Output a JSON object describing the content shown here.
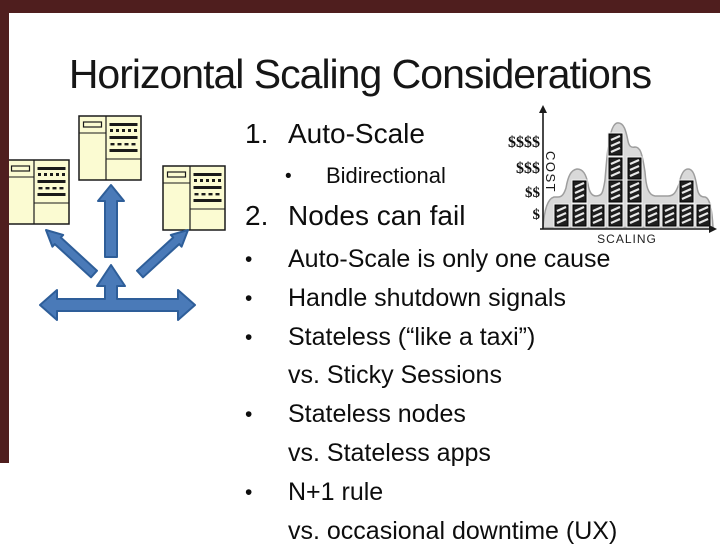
{
  "slide": {
    "title": "Horizontal Scaling Considerations",
    "background_color": "#FFFFFF",
    "border_color": "#4F1E1E",
    "text_color": "#0D0D0D"
  },
  "content": {
    "lines": [
      {
        "marker": "1.",
        "text": "Auto-Scale"
      },
      {
        "marker": "•",
        "text": "Bidirectional"
      },
      {
        "marker": "2.",
        "text": "Nodes can fail"
      },
      {
        "marker": "•",
        "text": "Auto-Scale is only one cause"
      },
      {
        "marker": "•",
        "text": "Handle shutdown signals"
      },
      {
        "marker": "•",
        "text": "Stateless (“like a taxi”)"
      },
      {
        "marker": "",
        "text": "vs. Sticky Sessions"
      },
      {
        "marker": "•",
        "text": "Stateless nodes"
      },
      {
        "marker": "",
        "text": "vs. Stateless apps"
      },
      {
        "marker": "•",
        "text": "N+1 rule"
      },
      {
        "marker": "",
        "text": "vs. occasional downtime (UX)"
      }
    ]
  },
  "chart": {
    "ylabel": "COST",
    "xlabel": "SCALING",
    "yticks": [
      "$$$$",
      "$$$",
      "$$",
      "$"
    ]
  },
  "chart_data": {
    "type": "pictograph",
    "title": "",
    "xlabel": "SCALING",
    "ylabel": "COST",
    "ytick_labels_top_to_bottom": [
      "$$$$",
      "$$$",
      "$$",
      "$"
    ],
    "x": [
      1,
      2,
      3,
      4,
      5,
      6,
      7,
      8,
      9
    ],
    "series": [
      {
        "name": "stacked server towers per scaling column",
        "values": [
          1,
          2,
          1,
          4,
          3,
          1,
          1,
          2,
          1
        ]
      }
    ],
    "note": "gray cost-curve silhouette drawn over stacked server icons; axes drawn with arrowheads"
  },
  "illustration": {
    "description": "one server scaling out to multiple servers",
    "server_fill": "#FBFBD2",
    "arrow_fill": "#4A7AB8",
    "arrow_stroke": "#2E5E99"
  }
}
